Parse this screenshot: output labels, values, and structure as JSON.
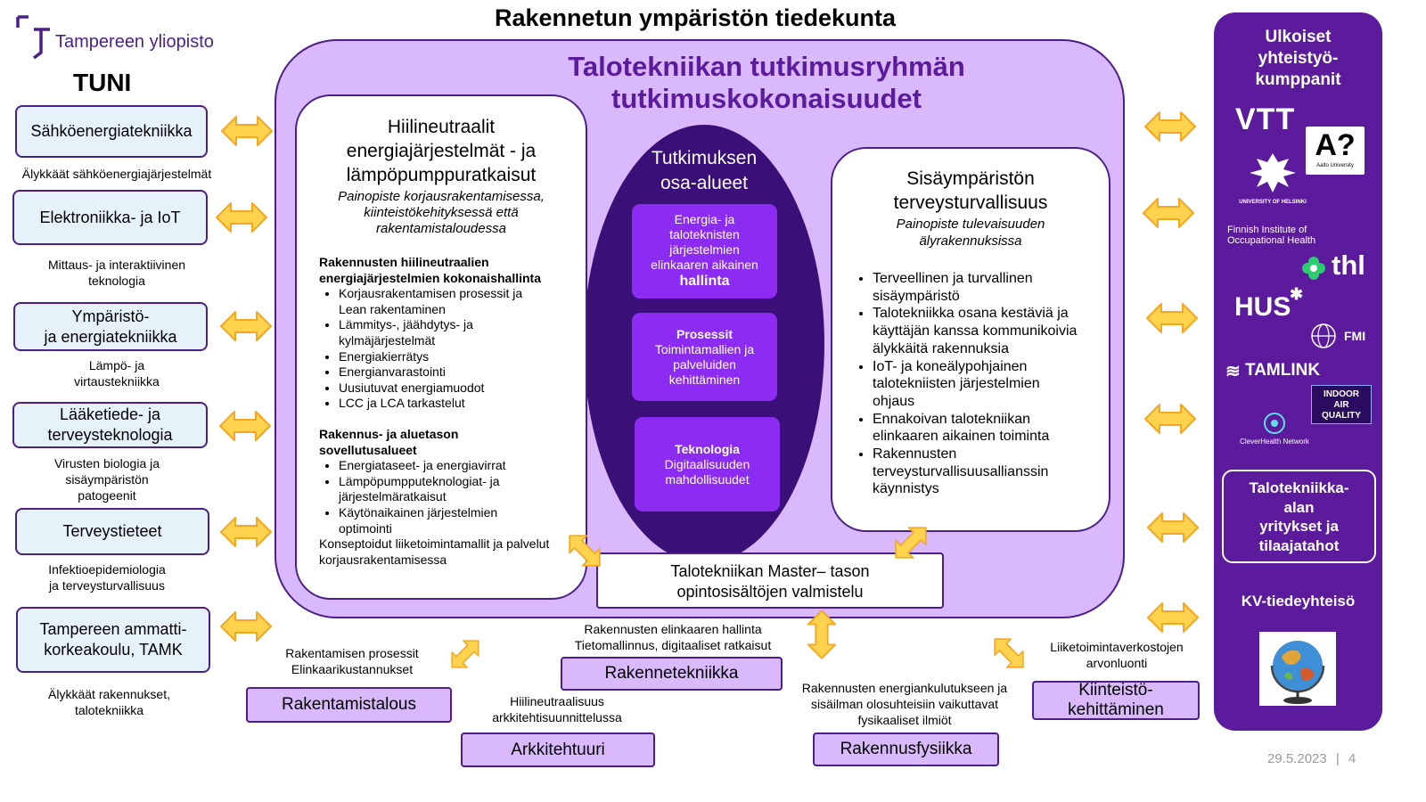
{
  "header": {
    "title": "Rakennetun ympäristön tiedekunta",
    "university": "Tampereen yliopisto",
    "tuni": "TUNI"
  },
  "center_title": {
    "line1": "Talotekniikan tutkimusryhmän",
    "line2": "tutkimuskokonaisuudet"
  },
  "left_units": [
    {
      "name": "Sähköenergiatekniikka",
      "caption": [
        "Älykkäät sähköenergiajärjestelmät"
      ]
    },
    {
      "name": "Elektroniikka- ja IoT",
      "caption": [
        "Mittaus- ja interaktiivinen",
        "teknologia"
      ]
    },
    {
      "name": [
        "Ympäristö-",
        "ja energiatekniikka"
      ],
      "caption": [
        "Lämpö- ja",
        "virtaustekniikka"
      ]
    },
    {
      "name": [
        "Lääketiede- ja",
        "terveysteknologia"
      ],
      "caption": [
        "Virusten biologia ja",
        "sisäympäristön",
        "patogeenit"
      ]
    },
    {
      "name": "Terveystieteet",
      "caption": [
        "Infektioepidemiologia",
        "ja terveysturvallisuus"
      ]
    },
    {
      "name": [
        "Tampereen ammatti-",
        "korkeakoulu, TAMK"
      ],
      "caption": [
        "Älykkäät rakennukset,",
        "talotekniikka"
      ]
    }
  ],
  "left_card": {
    "title": [
      "Hiilineutraalit",
      "energiajärjestelmät - ja",
      "lämpöpumppuratkaisut"
    ],
    "subtitle": [
      "Painopiste korjausrakentamisessa,",
      "kiinteistökehityksessä että",
      "rakentamistaloudessa"
    ],
    "section1_heading": [
      "Rakennusten hiilineutraalien",
      "energiajärjestelmien kokonaishallinta"
    ],
    "section1_items": [
      [
        "Korjausrakentamisen prosessit ja",
        "Lean rakentaminen"
      ],
      [
        "Lämmitys-, jäähdytys- ja",
        "kylmäjärjestelmät"
      ],
      [
        "Energiakierrätys"
      ],
      [
        "Energianvarastointi"
      ],
      [
        "Uusiutuvat energiamuodot"
      ],
      [
        "LCC ja LCA tarkastelut"
      ]
    ],
    "section2_heading": [
      "Rakennus- ja aluetason",
      "sovellutusalueet"
    ],
    "section2_items": [
      [
        "Energiataseet- ja energiavirrat"
      ],
      [
        "Lämpöpumpputeknologiat- ja",
        "järjestelmäratkaisut"
      ],
      [
        "Käytönaikainen järjestelmien",
        "optimointi"
      ]
    ],
    "footer": [
      "Konseptoidut liiketoimintamallit ja palvelut",
      "korjausrakentamisessa"
    ]
  },
  "center_oval": {
    "title": [
      "Tutkimuksen",
      "osa-alueet"
    ],
    "boxes": [
      {
        "lines": [
          "Energia- ja",
          "taloteknisten",
          "järjestelmien",
          "elinkaaren aikainen"
        ],
        "bold": "hallinta"
      },
      {
        "bold": "Prosessit",
        "lines": [
          "Toimintamallien ja",
          "palveluiden",
          "kehittäminen"
        ]
      },
      {
        "bold": "Teknologia",
        "lines": [
          "Digitaalisuuden",
          "mahdollisuudet"
        ]
      }
    ]
  },
  "right_card": {
    "title": [
      "Sisäympäristön",
      "terveysturvallisuus"
    ],
    "subtitle": [
      "Painopiste tulevaisuuden",
      "älyrakennuksissa"
    ],
    "items": [
      [
        "Terveellinen ja turvallinen",
        "sisäympäristö"
      ],
      [
        "Talotekniikka osana kestäviä ja",
        "käyttäjän kanssa kommunikoivia",
        "älykkäitä rakennuksia"
      ],
      [
        "IoT- ja koneälypohjainen",
        "talotekniisten järjestelmien",
        "ohjaus"
      ],
      [
        "Ennakoivan talotekniikan",
        "elinkaaren aikainen toiminta"
      ],
      [
        "Rakennusten",
        "terveysturvallisuusallianssin",
        "käynnistys"
      ]
    ]
  },
  "master_box": [
    "Talotekniikan Master– tason",
    "opintosisältöjen valmistelu"
  ],
  "departments": {
    "rakentamistalous": {
      "name": "Rakentamistalous",
      "caption": [
        "Rakentamisen prosessit",
        "Elinkaarikustannukset"
      ]
    },
    "arkkitehtuuri": {
      "name": "Arkkitehtuuri",
      "caption": [
        "Hiilineutraalisuus",
        "arkkitehtisuunnittelussa"
      ]
    },
    "rakennetekniikka": {
      "name": "Rakennetekniikka",
      "caption": [
        "Rakennusten elinkaaren hallinta",
        "Tietomallinnus, digitaaliset ratkaisut"
      ]
    },
    "rakennusfysiikka": {
      "name": "Rakennusfysiikka",
      "caption": [
        "Rakennusten energiankulutukseen ja",
        "sisäilman olosuhteisiin vaikuttavat",
        "fysikaaliset ilmiöt"
      ]
    },
    "kiinteisto": {
      "name": [
        "Kiinteistö-",
        "kehittäminen"
      ],
      "caption": [
        "Liiketoimintaverkostojen",
        "arvonluonti"
      ]
    }
  },
  "right_panel": {
    "title": [
      "Ulkoiset",
      "yhteistyö-",
      "kumppanit"
    ],
    "logos": {
      "vtt": "VTT",
      "aalto": "A?",
      "aalto_sub": "Aalto University",
      "helsinki": "UNIVERSITY OF HELSINKI",
      "ttl": [
        "Finnish Institute of",
        "Occupational Health"
      ],
      "thl": "thl",
      "hus": "HUS",
      "fmi": "FMI",
      "tamlink": "TAMLINK",
      "iaq": [
        "INDOOR",
        "AIR",
        "QUALITY"
      ],
      "cleverhealth": "CleverHealth Network"
    },
    "companies": [
      "Talotekniikka-",
      "alan",
      "yritykset ja",
      "tilaajatahot"
    ],
    "kv": "KV-tiedeyhteisö"
  },
  "footer": {
    "date": "29.5.2023",
    "separator": "|",
    "page": "4"
  },
  "colors": {
    "purple_dark": "#4b1e8a",
    "purple_panel": "#5c1b9c",
    "purple_light": "#d9b8fc",
    "purple_mid": "#8c2cf2",
    "oval": "#3a0f78",
    "arrow_fill": "#ffd34d",
    "arrow_stroke": "#f5a623",
    "left_box": "#e6f2fa"
  }
}
